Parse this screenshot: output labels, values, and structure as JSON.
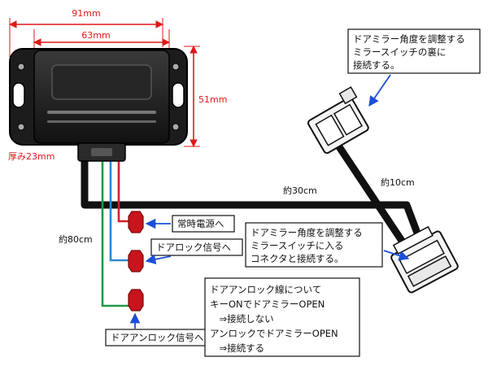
{
  "dimensions": {
    "width": "91mm",
    "inner_width": "63mm",
    "height": "51mm",
    "thickness": "厚み23mm"
  },
  "wire_lengths": {
    "main": "約30cm",
    "branch": "約10cm",
    "lead": "約80cm"
  },
  "labels": {
    "constant_power": "常時電源へ",
    "door_lock_signal": "ドアロック信号へ",
    "door_unlock_signal": "ドアアンロック信号へ"
  },
  "notes": {
    "top_right": [
      "ドアミラー角度を調整する",
      "ミラースイッチの裏に",
      "接続する。"
    ],
    "middle_right": [
      "ドアミラー角度を調整する",
      "ミラースイッチに入る",
      "コネクタと接続する。"
    ],
    "bottom": [
      "ドアアンロック線について",
      "キーONでドアミラーOPEN",
      "　⇒接続しない",
      "アンロックでドアミラーOPEN",
      "　⇒接続する"
    ]
  },
  "colors": {
    "dimension": "#e01818",
    "wire_green": "#1f9a4a",
    "wire_blue": "#2a8ad0",
    "wire_red": "#d42020",
    "terminal": "#c8141c",
    "arrow": "#1c4fd8"
  }
}
